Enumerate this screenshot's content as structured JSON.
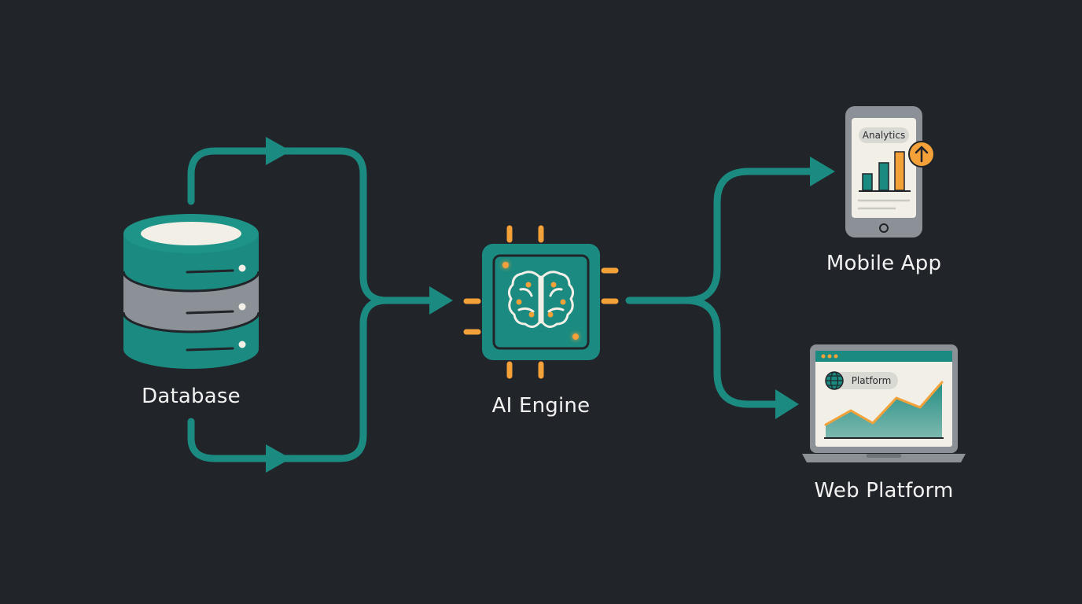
{
  "nodes": {
    "database": {
      "label": "Database"
    },
    "ai_engine": {
      "label": "AI Engine"
    },
    "mobile_app": {
      "label": "Mobile App",
      "chip": "Analytics"
    },
    "web_platform": {
      "label": "Web Platform",
      "chip": "Platform"
    }
  },
  "colors": {
    "background": "#212428",
    "teal": "#1b8a80",
    "teal_dark": "#146f68",
    "orange": "#f4a13a",
    "device_gray": "#8b9196",
    "screen": "#f1efe6"
  },
  "icons": {
    "database": "database-cylinder-icon",
    "ai_engine": "brain-chip-icon",
    "mobile_app": "smartphone-icon",
    "web_platform": "laptop-icon",
    "arrow": "arrow-right-icon",
    "globe": "globe-icon",
    "up_arrow": "arrow-up-icon"
  }
}
